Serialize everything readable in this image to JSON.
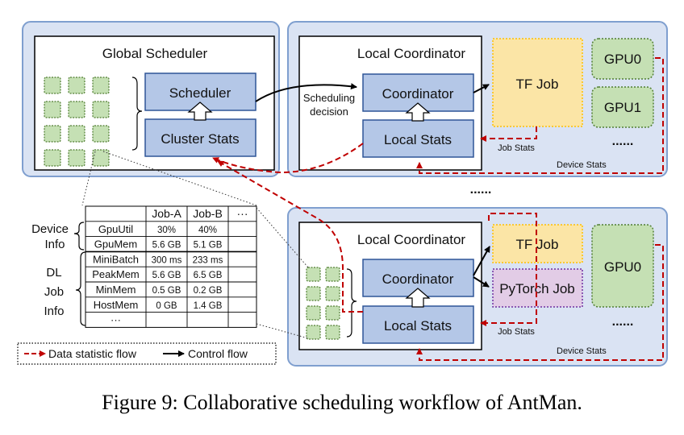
{
  "global": {
    "title": "Global Scheduler",
    "scheduler": "Scheduler",
    "cluster_stats": "Cluster Stats"
  },
  "coord1": {
    "title": "Local Coordinator",
    "coordinator": "Coordinator",
    "local_stats": "Local Stats",
    "sched_decision_1": "Scheduling",
    "sched_decision_2": "decision",
    "tf_job": "TF Job",
    "gpu0": "GPU0",
    "gpu1": "GPU1",
    "ellipsis": "......",
    "job_stats": "Job Stats",
    "device_stats": "Device Stats"
  },
  "between_ellipsis": "......",
  "coord2": {
    "title": "Local Coordinator",
    "coordinator": "Coordinator",
    "local_stats": "Local Stats",
    "tf_job": "TF Job",
    "pytorch_job": "PyTorch Job",
    "gpu0": "GPU0",
    "ellipsis": "......",
    "job_stats": "Job Stats",
    "device_stats": "Device Stats"
  },
  "table": {
    "headers": [
      "",
      "Job-A",
      "Job-B",
      "···"
    ],
    "rows": [
      [
        "GpuUtil",
        "30%",
        "40%",
        ""
      ],
      [
        "GpuMem",
        "5.6 GB",
        "5.1 GB",
        ""
      ],
      [
        "MiniBatch",
        "300 ms",
        "233 ms",
        ""
      ],
      [
        "PeakMem",
        "5.6 GB",
        "6.5 GB",
        ""
      ],
      [
        "MinMem",
        "0.5 GB",
        "0.2 GB",
        ""
      ],
      [
        "HostMem",
        "0 GB",
        "1.4 GB",
        ""
      ],
      [
        "···",
        "",
        "",
        ""
      ]
    ],
    "device_label_1": "Device",
    "device_label_2": "Info",
    "dl_label_1": "DL",
    "dl_label_2": "Job",
    "dl_label_3": "Info"
  },
  "legend": {
    "data_flow": "Data statistic flow",
    "control_flow": "Control flow"
  },
  "caption": "Figure 9: Collaborative scheduling workflow of AntMan.",
  "colors": {
    "blue_box": "#b4c7e7",
    "blue_border": "#2f5597",
    "region_fill": "#dae3f3",
    "region_border": "#7f9fcf",
    "green_fill": "#c5e0b4",
    "green_border": "#507e32",
    "orange_fill": "#fbe5a6",
    "purple_fill": "#e2cce6",
    "red_dash": "#c00000"
  }
}
